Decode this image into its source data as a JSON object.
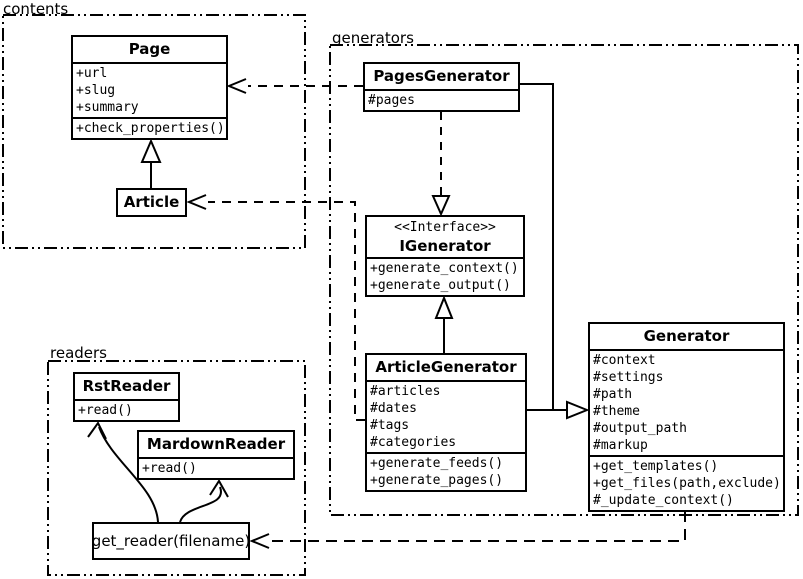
{
  "packages": {
    "contents": {
      "label": "contents"
    },
    "generators": {
      "label": "generators"
    },
    "readers": {
      "label": "readers"
    }
  },
  "classes": {
    "page": {
      "name": "Page",
      "attributes": [
        "+url",
        "+slug",
        "+summary"
      ],
      "methods": [
        "+check_properties()"
      ]
    },
    "article": {
      "name": "Article"
    },
    "pages_generator": {
      "name": "PagesGenerator",
      "attributes": [
        "#pages"
      ]
    },
    "igenerator": {
      "stereotype": "<<Interface>>",
      "name": "IGenerator",
      "methods": [
        "+generate_context()",
        "+generate_output()"
      ]
    },
    "article_generator": {
      "name": "ArticleGenerator",
      "attributes": [
        "#articles",
        "#dates",
        "#tags",
        "#categories"
      ],
      "methods": [
        "+generate_feeds()",
        "+generate_pages()"
      ]
    },
    "generator": {
      "name": "Generator",
      "attributes": [
        "#context",
        "#settings",
        "#path",
        "#theme",
        "#output_path",
        "#markup"
      ],
      "methods": [
        "+get_templates()",
        "+get_files(path,exclude)",
        "#_update_context()"
      ]
    },
    "rst_reader": {
      "name": "RstReader",
      "methods": [
        "+read()"
      ]
    },
    "markdown_reader": {
      "name": "MardownReader",
      "methods": [
        "+read()"
      ]
    },
    "get_reader": {
      "name": "get_reader(filename)"
    }
  },
  "relationships": [
    {
      "from": "Article",
      "to": "Page",
      "type": "generalization"
    },
    {
      "from": "PagesGenerator",
      "to": "Page",
      "type": "dependency"
    },
    {
      "from": "ArticleGenerator",
      "to": "Article",
      "type": "dependency"
    },
    {
      "from": "PagesGenerator",
      "to": "IGenerator",
      "type": "realization"
    },
    {
      "from": "ArticleGenerator",
      "to": "IGenerator",
      "type": "generalization"
    },
    {
      "from": "PagesGenerator",
      "to": "Generator",
      "type": "generalization"
    },
    {
      "from": "ArticleGenerator",
      "to": "Generator",
      "type": "generalization"
    },
    {
      "from": "Generator",
      "to": "get_reader(filename)",
      "type": "dependency"
    },
    {
      "from": "get_reader(filename)",
      "to": "RstReader",
      "type": "dependency"
    },
    {
      "from": "get_reader(filename)",
      "to": "MardownReader",
      "type": "dependency"
    }
  ],
  "colors": {
    "line": "#000000",
    "background": "#ffffff"
  }
}
